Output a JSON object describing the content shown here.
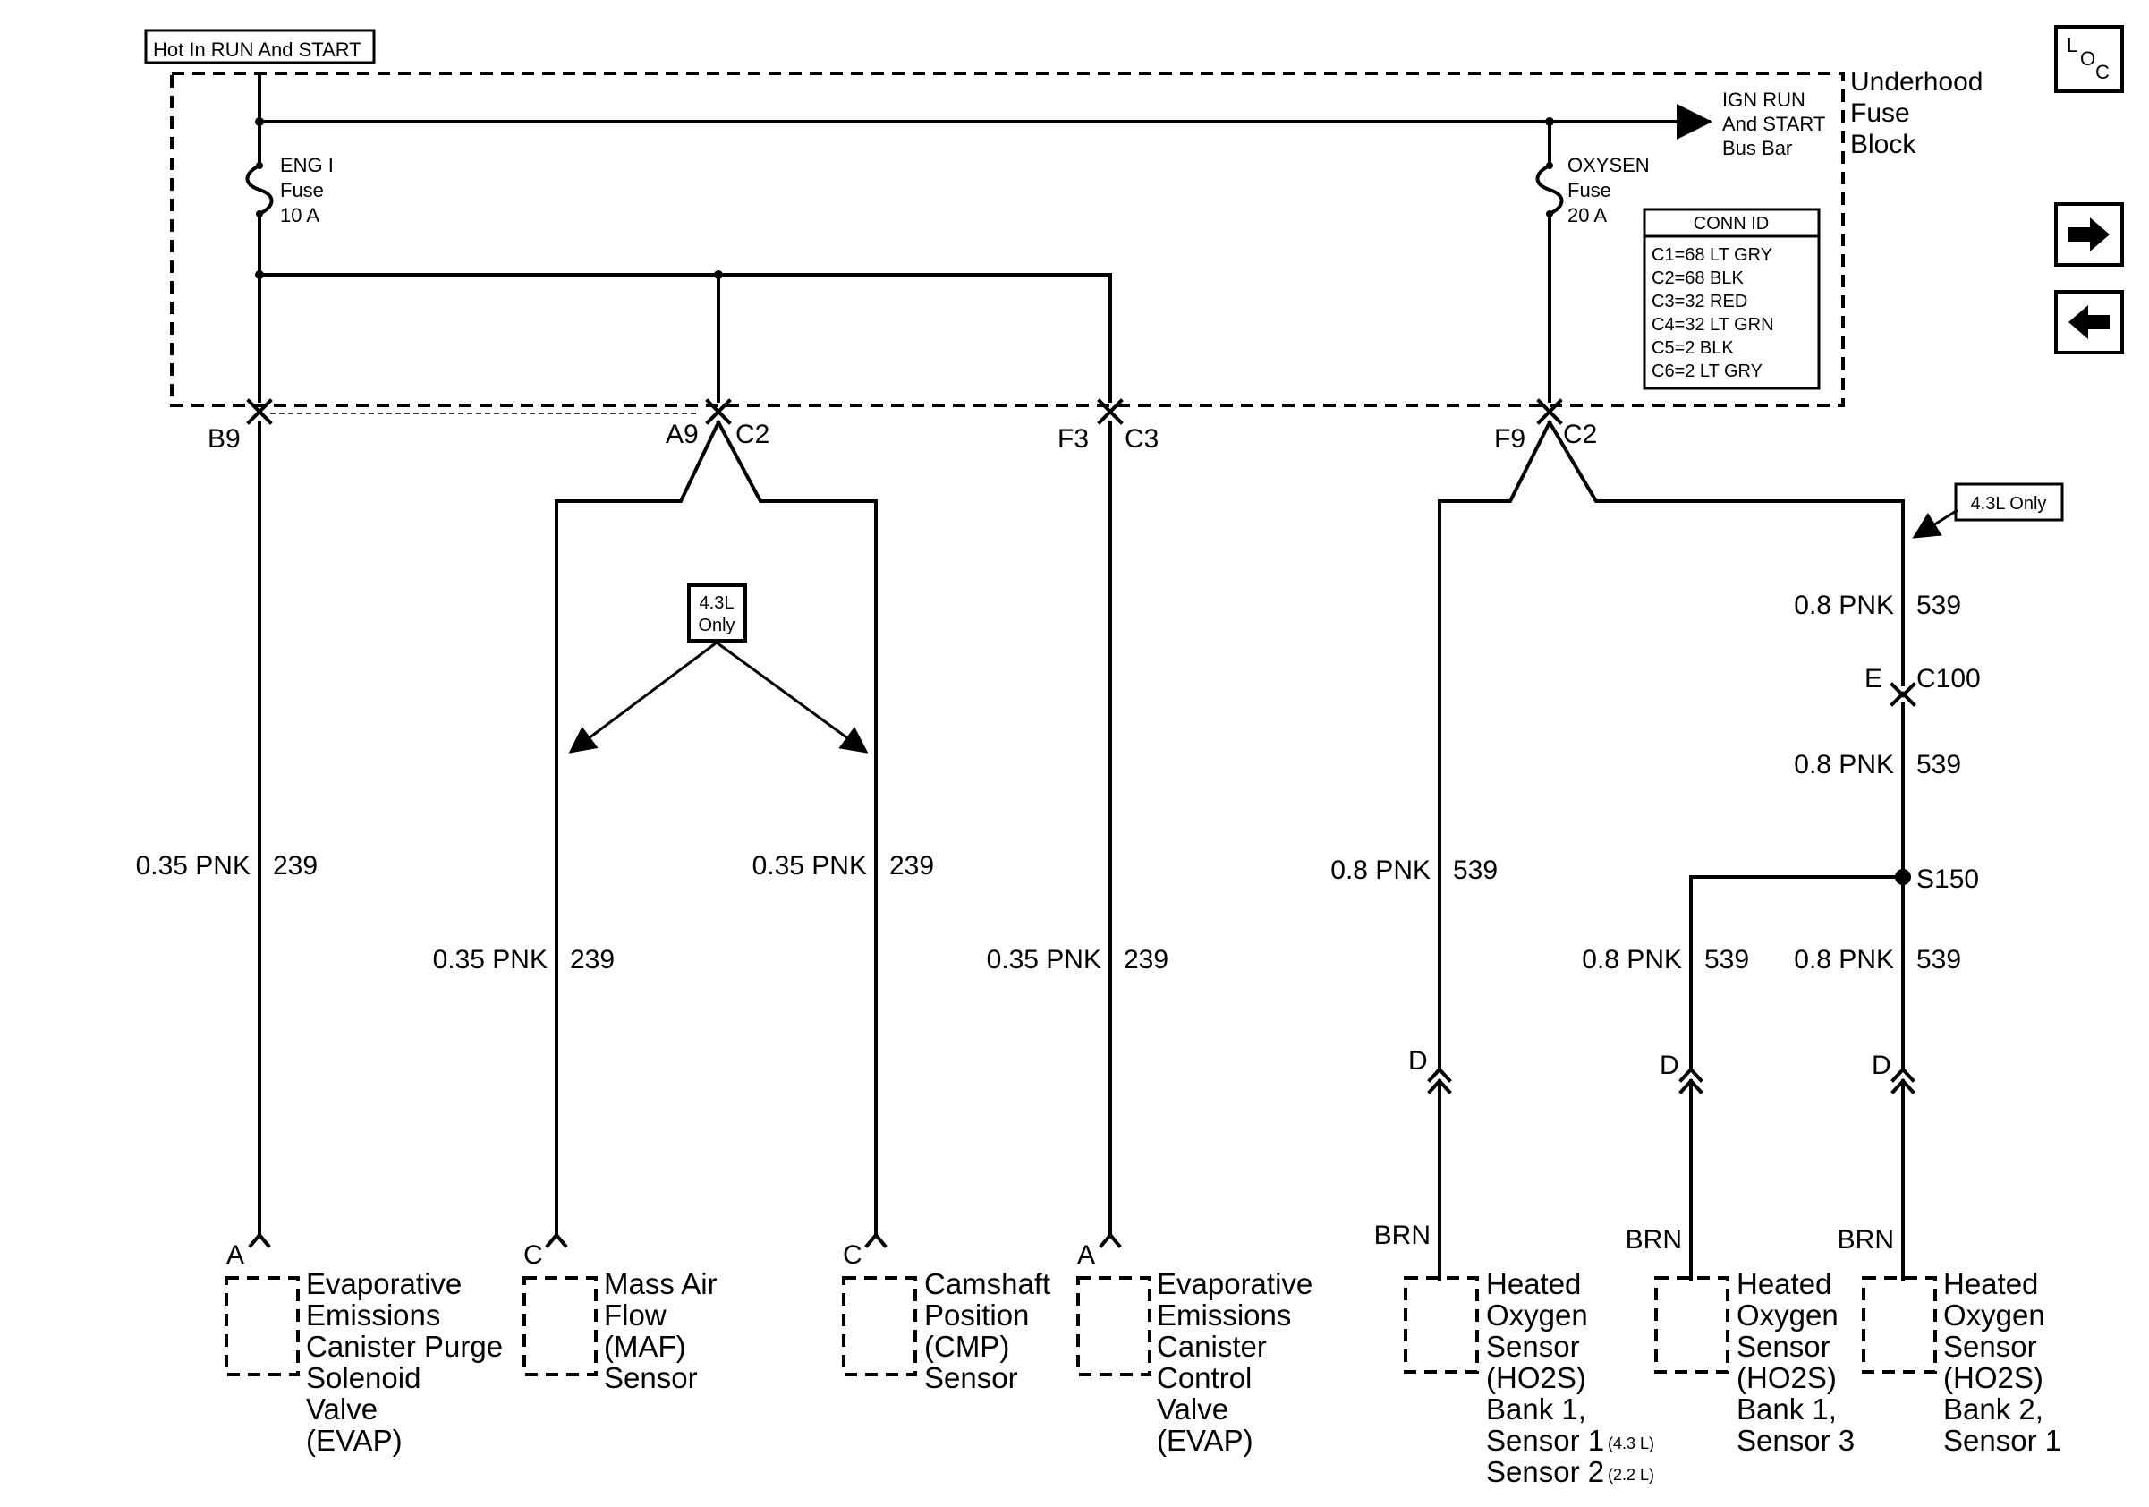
{
  "header": {
    "hot_label": "Hot In RUN And START",
    "fuse_block_lines": [
      "Underhood",
      "Fuse",
      "Block"
    ],
    "bus_bar_lines": [
      "IGN RUN",
      "And START",
      "Bus Bar"
    ]
  },
  "fuses": {
    "eng": {
      "lines": [
        "ENG I",
        "Fuse",
        "10 A"
      ]
    },
    "oxysen": {
      "lines": [
        "OXYSEN",
        "Fuse",
        "20 A"
      ]
    }
  },
  "conn_id": {
    "title": "CONN ID",
    "rows": [
      "C1=68 LT GRY",
      "C2=68 BLK",
      "C3=32 RED",
      "C4=32 LT GRN",
      "C5=2 BLK",
      "C6=2 LT GRY"
    ]
  },
  "nav": {
    "loc_letters": [
      "L",
      "O",
      "C"
    ],
    "next_icon": "arrow-right-icon",
    "prev_icon": "arrow-left-icon"
  },
  "connectors": {
    "b9": "B9",
    "a9": "A9",
    "a9_conn": "C2",
    "f3": "F3",
    "f3_conn": "C3",
    "f9": "F9",
    "f9_conn": "C2",
    "c100_pin": "E",
    "c100": "C100",
    "splice": "S150"
  },
  "notes": {
    "only_box_lines": [
      "4.3L",
      "Only"
    ],
    "only_tag": "4.3L Only"
  },
  "wires": {
    "pnk035": "0.35 PNK",
    "pnk08": "0.8 PNK",
    "ckt239": "239",
    "ckt539": "539",
    "brn": "BRN"
  },
  "pins": {
    "a": "A",
    "c": "C",
    "d": "D"
  },
  "components": {
    "evap_purge": [
      "Evaporative",
      "Emissions",
      "Canister Purge",
      "Solenoid",
      "Valve",
      "(EVAP)"
    ],
    "maf": [
      "Mass Air",
      "Flow",
      "(MAF)",
      "Sensor"
    ],
    "cmp": [
      "Camshaft",
      "Position",
      "(CMP)",
      "Sensor"
    ],
    "evap_vent": [
      "Evaporative",
      "Emissions",
      "Canister",
      "Control",
      "Valve",
      "(EVAP)"
    ],
    "ho2s_b1s1": {
      "lines": [
        "Heated",
        "Oxygen",
        "Sensor",
        "(HO2S)",
        "Bank 1,"
      ],
      "sensor1": "Sensor 1",
      "sensor1_note": "(4.3 L)",
      "sensor2": "Sensor 2",
      "sensor2_note": "(2.2 L)"
    },
    "ho2s_b1s3": [
      "Heated",
      "Oxygen",
      "Sensor",
      "(HO2S)",
      "Bank 1,",
      "Sensor 3"
    ],
    "ho2s_b2s1": [
      "Heated",
      "Oxygen",
      "Sensor",
      "(HO2S)",
      "Bank 2,",
      "Sensor 1"
    ]
  }
}
